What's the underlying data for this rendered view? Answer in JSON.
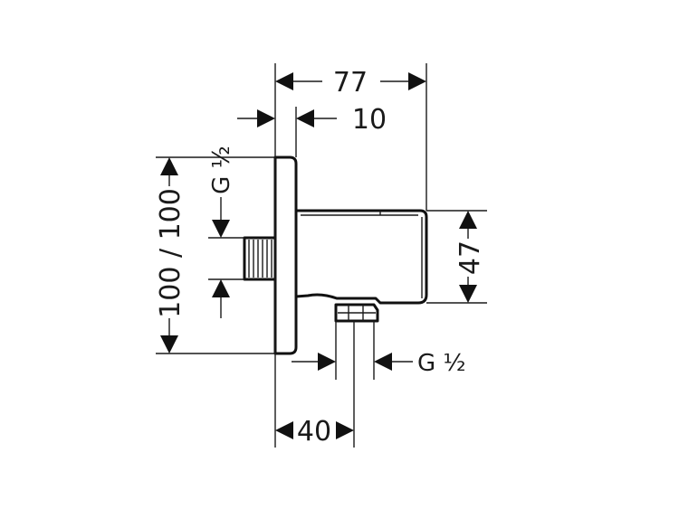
{
  "dimensions": {
    "overall_depth": "77",
    "plate_thickness": "10",
    "plate_height": "100 / 100",
    "inlet_thread": "G ½",
    "body_height": "47",
    "outlet_thread": "G ½",
    "outlet_offset": "40"
  },
  "icons": {
    "plate": "wall-plate-shape",
    "body": "elbow-body-shape",
    "inlet": "threaded-inlet-shape",
    "outlet": "outlet-nut-shape"
  }
}
